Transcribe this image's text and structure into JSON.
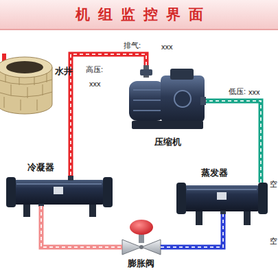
{
  "diagram": {
    "title": "机组监控界面",
    "nodes": [
      {
        "text": [
          "水井"
        ]
      },
      {
        "text": [
          "压缩机"
        ]
      },
      {
        "text": [
          "冷凝器"
        ]
      },
      {
        "text": [
          "蒸发器"
        ]
      },
      {
        "text": [
          "膨胀阀"
        ]
      }
    ],
    "edges": [
      {
        "from": 1,
        "to": 2,
        "arrow": "none"
      },
      {
        "from": 2,
        "to": 4,
        "arrow": "none"
      },
      {
        "from": 4,
        "to": 3,
        "arrow": "none"
      },
      {
        "from": 3,
        "to": 1,
        "arrow": "none"
      }
    ],
    "labels": [
      "排气:",
      "xxx",
      "高压:",
      "xxx",
      "低压:",
      "xxx",
      "空",
      "空"
    ]
  }
}
